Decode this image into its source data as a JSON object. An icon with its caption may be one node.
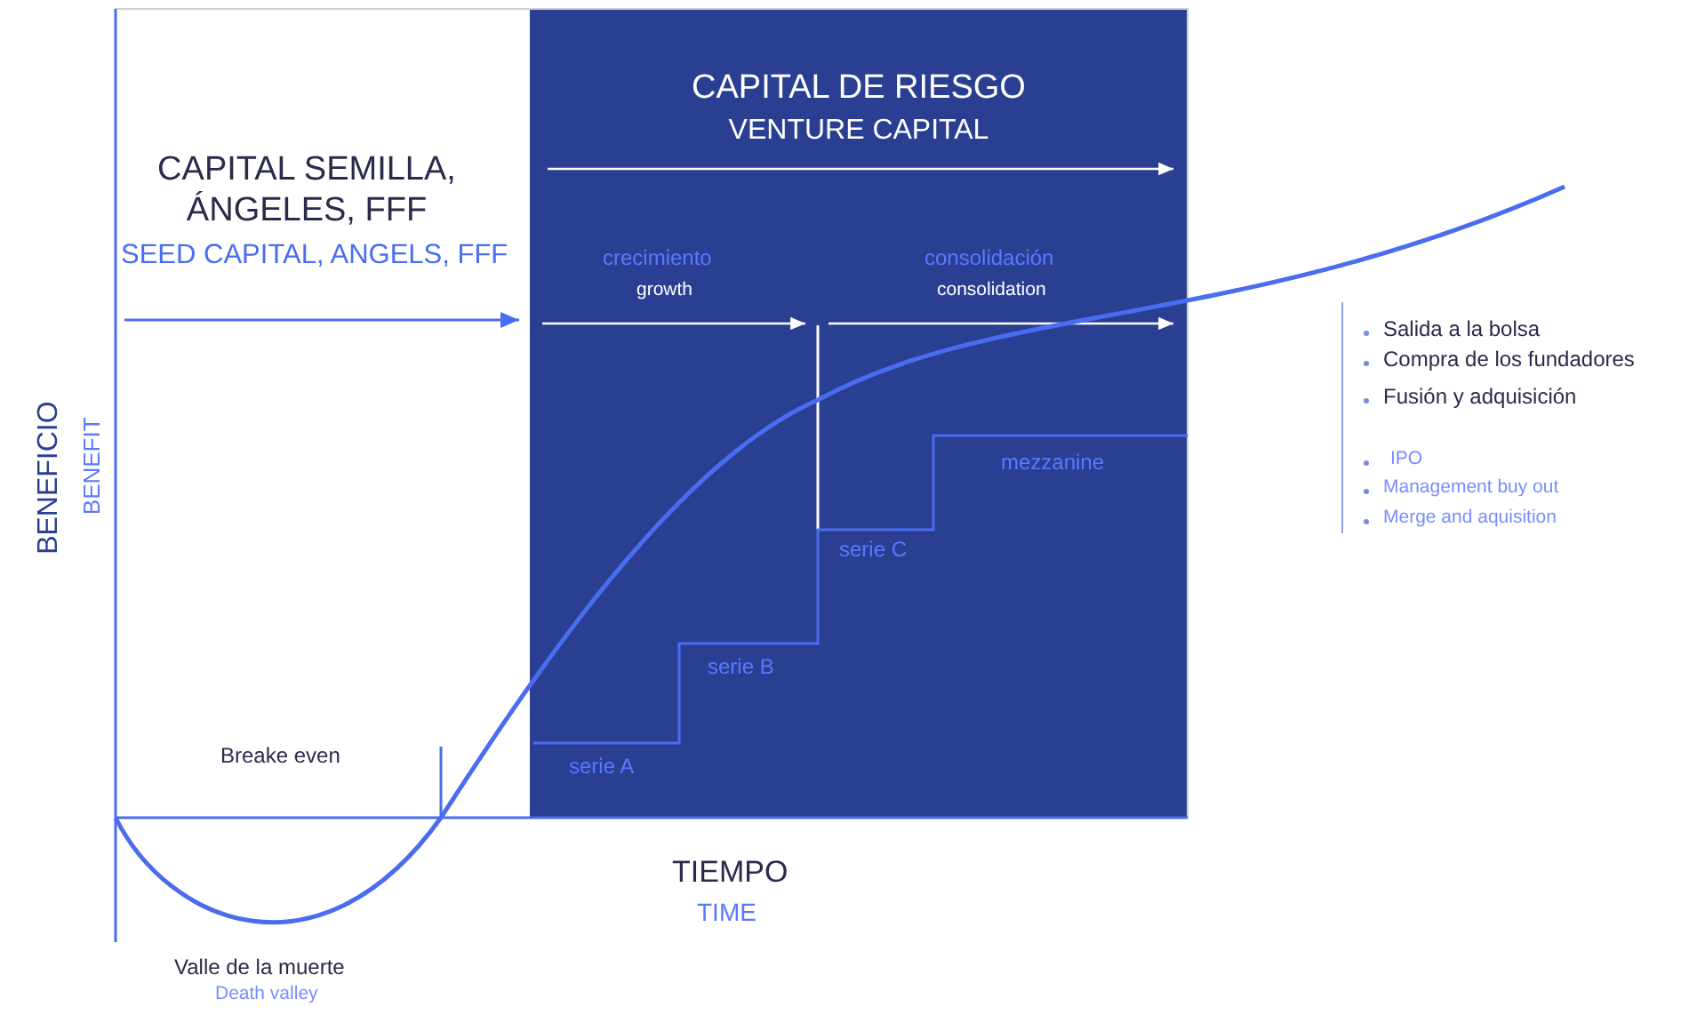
{
  "diagram": {
    "nodes": [
      {
        "text": [
          "CAPITAL DE RIESGO",
          "VENTURE CAPITAL"
        ]
      }
    ],
    "edges": [],
    "labels": [
      "CAPITAL SEMILLA, ÁNGELES, FFF",
      "SEED CAPITAL, ANGELS, FFF",
      "crecimiento",
      "growth",
      "consolidación",
      "consolidation",
      "Salida a la bolsa",
      "Compra de los fundadores",
      "Fusión y adquisición",
      "IPO",
      "Management buy out",
      "Merge and aquisition",
      "BENEFICIO",
      "BENEFIT",
      "mezzanine",
      "serie C",
      "serie B",
      "Breake even",
      "serie A",
      "TIEMPO",
      "TIME",
      "Valle de la muerte",
      "Death valley"
    ]
  }
}
